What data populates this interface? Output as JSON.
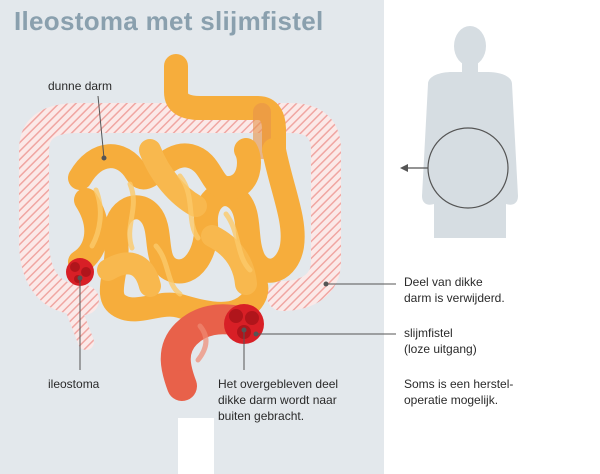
{
  "title": "Ileostoma met slijmfistel",
  "colors": {
    "panel": "#e3e8ec",
    "small_intestine": "#f6ad3c",
    "small_intestine_light": "#fbc96a",
    "removed_colon_hatch": "#f0a6a2",
    "remaining_colon": "#e8614a",
    "stoma": "#d81f26",
    "body_silhouette": "#d6dde2",
    "leader_line": "#555555"
  },
  "labels": {
    "small_intestine": "dunne darm",
    "removed_colon": [
      "Deel van dikke",
      "darm is verwijderd."
    ],
    "mucous_fistula": [
      "slijmfistel",
      "(loze uitgang)"
    ],
    "ileostomy": "ileostoma",
    "remaining_colon": [
      "Het overgebleven deel",
      "dikke darm wordt naar",
      "buiten gebracht."
    ],
    "repair": [
      "Soms is een herstel-",
      "operatie mogelijk."
    ]
  },
  "icons": [
    "body-silhouette-icon",
    "magnifier-circle-icon",
    "arrow-left-icon"
  ]
}
